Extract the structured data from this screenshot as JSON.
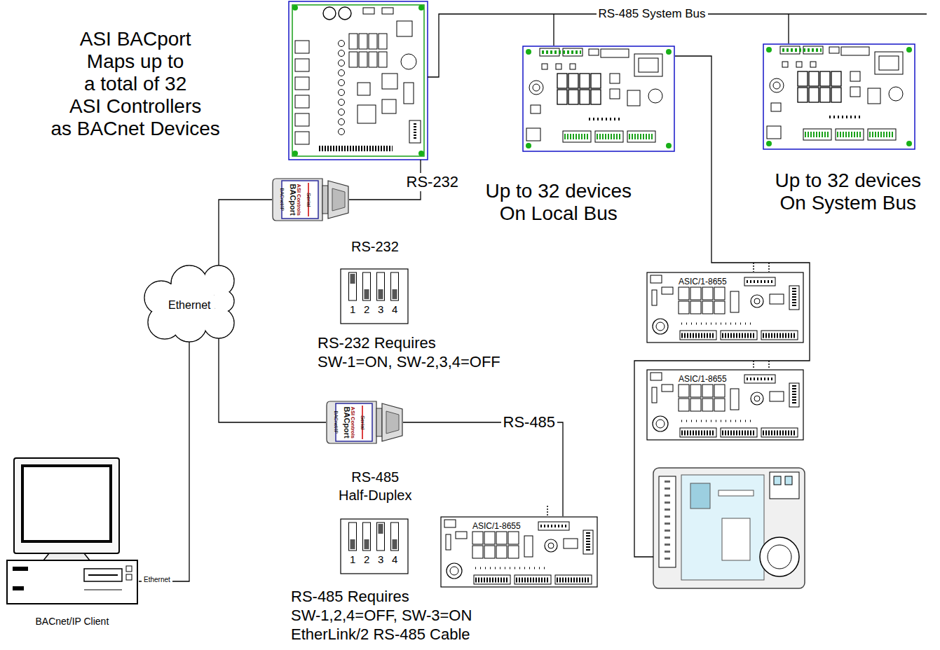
{
  "diagram": {
    "title": "ASI BACport Maps up to a total of 32 ASI Controllers as BACnet Devices",
    "nodes": [
      {
        "text": [
          "ASI Controls",
          "BACport",
          "BACnet/IP",
          "Serial"
        ]
      },
      {
        "text": [
          "Ethernet"
        ]
      },
      {
        "text": [
          "1",
          "2",
          "3",
          "4"
        ]
      },
      {
        "text": [
          "ASIC/1-8655"
        ]
      },
      {
        "text": [
          "ASIC/1-8655"
        ]
      },
      {
        "text": [
          "ASI Controls",
          "BACport",
          "BACnet/IP",
          "Serial"
        ]
      },
      {
        "text": [
          "BACnet/IP Client"
        ]
      },
      {
        "text": [
          "1",
          "2",
          "3",
          "4"
        ]
      },
      {
        "text": [
          "ASIC/1-8655"
        ]
      }
    ],
    "edges": [
      {
        "from": 1,
        "to": 0,
        "arrow": "none"
      },
      {
        "from": 1,
        "to": 5,
        "arrow": "none"
      },
      {
        "from": 6,
        "to": 1,
        "arrow": "none",
        "label": "Ethernet"
      },
      {
        "from": 5,
        "to": 8,
        "arrow": "none",
        "label": "RS-485"
      }
    ],
    "labels": [
      "RS-485 System Bus",
      "Up to 32 devices On Local Bus",
      "Up to 32 devices On System Bus",
      "RS-232",
      "RS-232",
      "RS-232 Requires SW-1=ON, SW-2,3,4=OFF",
      "RS-485 Half-Duplex",
      "RS-485 Requires SW-1,2,4=OFF, SW-3=ON EtherLink/2 RS-485 Cable"
    ]
  }
}
